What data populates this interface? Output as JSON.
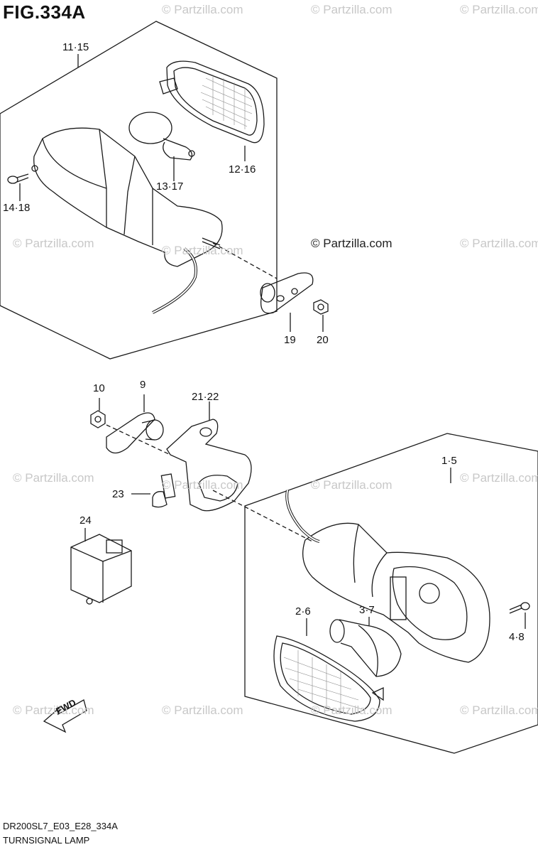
{
  "figure": {
    "title": "FIG.334A",
    "code": "DR200SL7_E03_E28_334A",
    "name": "TURNSIGNAL LAMP"
  },
  "watermark": {
    "text": "© Partzilla.com",
    "text_center": "© Partzilla.com"
  },
  "fwd_label": "FWD",
  "parts": {
    "p11_15": "11·15",
    "p12_16": "12·16",
    "p13_17": "13·17",
    "p14_18": "14·18",
    "p19": "19",
    "p20": "20",
    "p10": "10",
    "p9": "9",
    "p21_22": "21·22",
    "p23": "23",
    "p24": "24",
    "p1_5": "1·5",
    "p2_6": "2·6",
    "p3_7": "3·7",
    "p4_8": "4·8"
  },
  "colors": {
    "line": "#1a1a1a",
    "watermark": "#c8c8c8",
    "background": "#ffffff"
  }
}
